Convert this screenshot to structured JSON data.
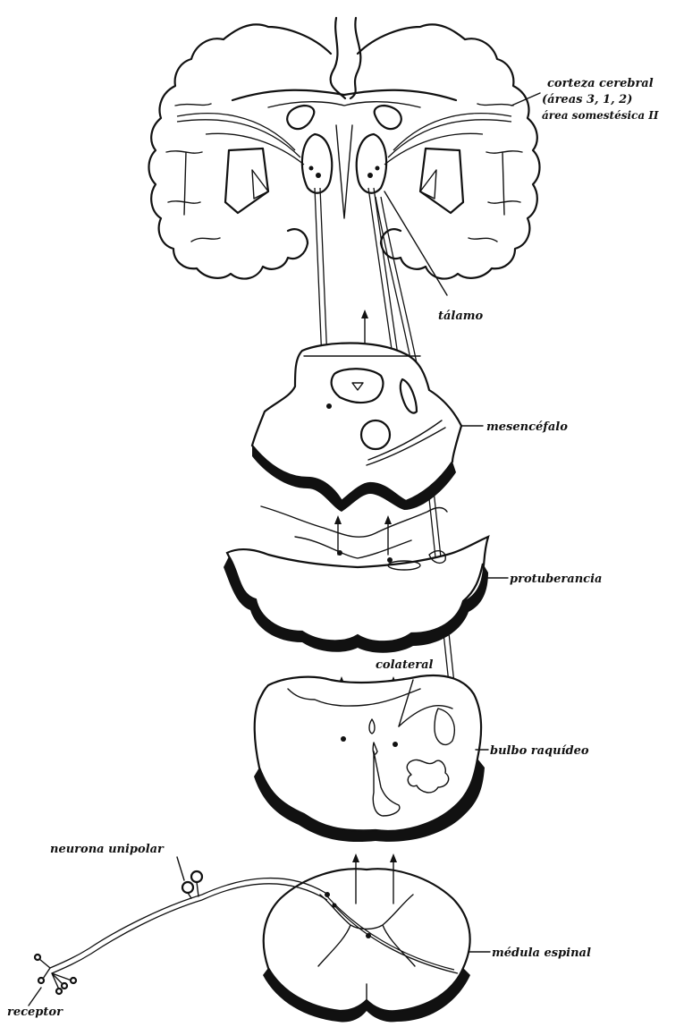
{
  "labels": {
    "cortex_line1": "corteza cerebral",
    "cortex_line2": "(áreas 3, 1, 2)",
    "cortex_line3": "área somestésica II",
    "thalamus": "tálamo",
    "midbrain": "mesencéfalo",
    "pons": "protuberancia",
    "collateral": "colateral",
    "medulla": "bulbo raquídeo",
    "unipolar_neuron": "neurona unipolar",
    "spinal_cord": "médula espinal",
    "receptor": "receptor"
  }
}
